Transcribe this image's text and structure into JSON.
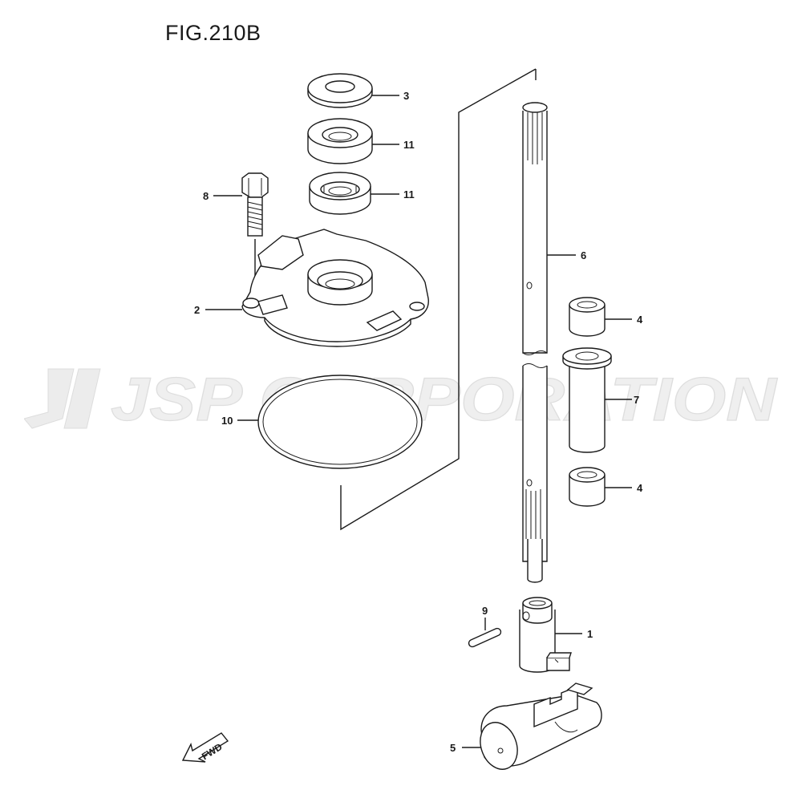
{
  "figure": {
    "title": "FIG.210B",
    "watermark": "JSP CORPORATION",
    "fwd_label": "FWD"
  },
  "callouts": [
    {
      "id": "c3",
      "number": "3"
    },
    {
      "id": "c11a",
      "number": "11"
    },
    {
      "id": "c11b",
      "number": "11"
    },
    {
      "id": "c8",
      "number": "8"
    },
    {
      "id": "c6",
      "number": "6"
    },
    {
      "id": "c2",
      "number": "2"
    },
    {
      "id": "c4a",
      "number": "4"
    },
    {
      "id": "c7",
      "number": "7"
    },
    {
      "id": "c10",
      "number": "10"
    },
    {
      "id": "c4b",
      "number": "4"
    },
    {
      "id": "c9",
      "number": "9"
    },
    {
      "id": "c1",
      "number": "1"
    },
    {
      "id": "c5",
      "number": "5"
    }
  ],
  "colors": {
    "line": "#1a1a1a",
    "watermark": "#e6e6e6",
    "background": "#ffffff"
  }
}
